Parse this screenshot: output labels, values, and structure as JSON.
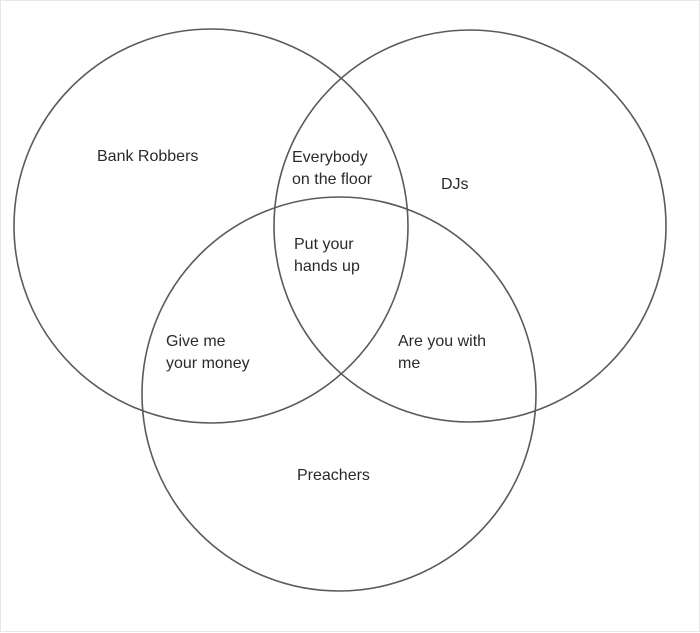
{
  "diagram": {
    "sets": {
      "bank_robbers": "Bank Robbers",
      "djs": "DJs",
      "preachers": "Preachers"
    },
    "intersections": {
      "bank_robbers_djs": [
        "Everybody",
        "on the floor"
      ],
      "all_three": [
        "Put your",
        "hands up"
      ],
      "bank_robbers_preachers": [
        "Give me",
        "your money"
      ],
      "djs_preachers": [
        "Are you with",
        "me"
      ]
    },
    "colors": {
      "outline": "#5a5a5a",
      "text": "#2a2a2a",
      "background": "#ffffff"
    }
  }
}
